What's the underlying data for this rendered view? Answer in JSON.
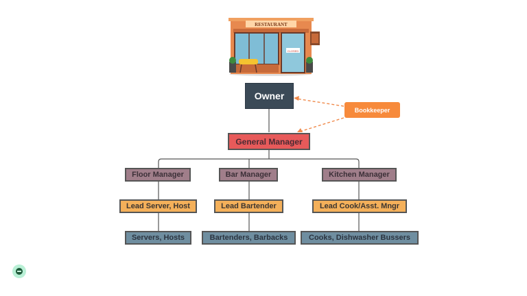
{
  "restaurant": {
    "sign": "RESTAURANT",
    "door_sign": "CLOSED"
  },
  "nodes": {
    "owner": "Owner",
    "bookkeeper": "Bookkeeper",
    "general_manager": "General Manager",
    "floor_manager": "Floor Manager",
    "bar_manager": "Bar Manager",
    "kitchen_manager": "Kitchen Manager",
    "lead_server": "Lead Server, Host",
    "lead_bartender": "Lead Bartender",
    "lead_cook": "Lead Cook/Asst. Mngr",
    "servers": "Servers, Hosts",
    "bartenders": "Bartenders, Barbacks",
    "cooks": "Cooks, Dishwasher Bussers"
  },
  "colors": {
    "owner": "#3b4a57",
    "general_manager": "#e75a5a",
    "manager": "#a07e8a",
    "lead": "#f4b05a",
    "staff": "#6f8ea0",
    "bookkeeper": "#f78a3b"
  }
}
